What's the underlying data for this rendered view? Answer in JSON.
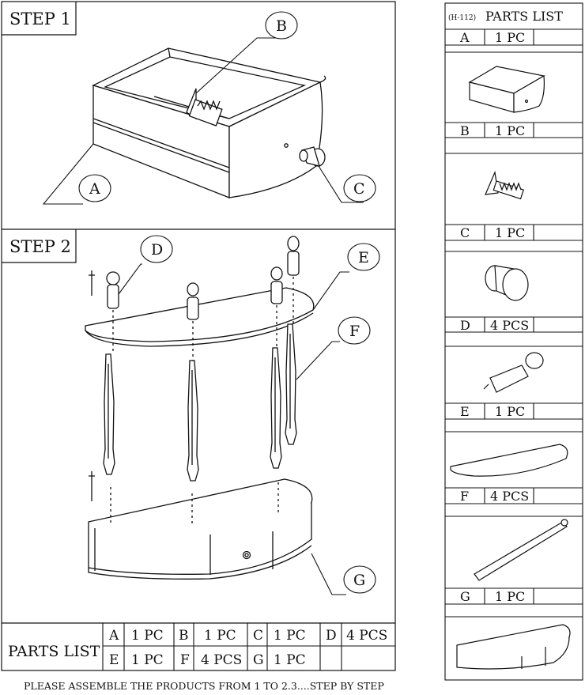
{
  "step1": {
    "title": "STEP 1",
    "callouts": [
      "B",
      "A",
      "C"
    ]
  },
  "step2": {
    "title": "STEP 2",
    "callouts": [
      "D",
      "E",
      "F",
      "G"
    ]
  },
  "bottom_parts": {
    "header": "PARTS LIST",
    "row1": [
      [
        "A",
        "1 PC"
      ],
      [
        "B",
        "1 PC"
      ],
      [
        "C",
        "1 PC"
      ],
      [
        "D",
        "4 PCS"
      ]
    ],
    "row2": [
      [
        "E",
        "1 PC"
      ],
      [
        "F",
        "4 PCS"
      ],
      [
        "G",
        "1 PC"
      ]
    ]
  },
  "footer": "PLEASE ASSEMBLE THE PRODUCTS FROM 1 TO 2.3....STEP BY STEP",
  "side_parts": {
    "code": "(H-112)",
    "title": "PARTS LIST",
    "rows": [
      [
        "A",
        "1 PC"
      ],
      [
        "B",
        "1 PC"
      ],
      [
        "C",
        "1 PC"
      ],
      [
        "D",
        "4 PCS"
      ],
      [
        "E",
        "1 PC"
      ],
      [
        "F",
        "4 PCS"
      ],
      [
        "G",
        "1 PC"
      ]
    ]
  }
}
